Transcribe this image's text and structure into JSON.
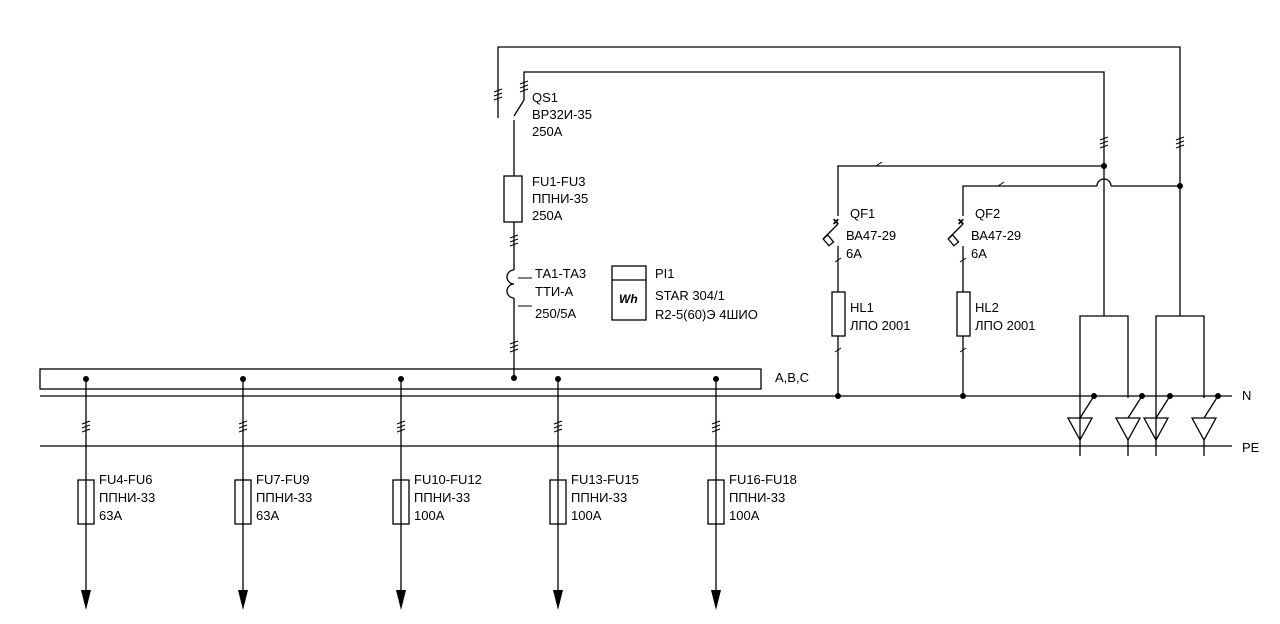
{
  "main_breaker": {
    "designation": "QS1",
    "type": "ВР32И-35",
    "rating": "250А"
  },
  "main_fuses": {
    "designation": "FU1-FU3",
    "type": "ППНИ-35",
    "rating": "250А"
  },
  "current_transformers": {
    "designation": "ТА1-ТА3",
    "type": "ТТИ-А",
    "ratio": "250/5А"
  },
  "meter": {
    "designation": "PI1",
    "model": "STAR 304/1",
    "spec": "R2-5(60)Э 4ШИО",
    "symbol": "Wh"
  },
  "busbar": {
    "label": "A,B,C"
  },
  "neutral_bus": {
    "label": "N"
  },
  "pe_bus": {
    "label": "PE"
  },
  "lighting_breakers": [
    {
      "designation": "QF1",
      "type": "ВА47-29",
      "rating": "6А"
    },
    {
      "designation": "QF2",
      "type": "ВА47-29",
      "rating": "6А"
    }
  ],
  "indicator_lamps": [
    {
      "designation": "HL1",
      "type": "ЛПО 2001"
    },
    {
      "designation": "HL2",
      "type": "ЛПО 2001"
    }
  ],
  "feeders": [
    {
      "designation": "FU4-FU6",
      "type": "ППНИ-33",
      "rating": "63А"
    },
    {
      "designation": "FU7-FU9",
      "type": "ППНИ-33",
      "rating": "63А"
    },
    {
      "designation": "FU10-FU12",
      "type": "ППНИ-33",
      "rating": "100А"
    },
    {
      "designation": "FU13-FU15",
      "type": "ППНИ-33",
      "rating": "100А"
    },
    {
      "designation": "FU16-FU18",
      "type": "ППНИ-33",
      "rating": "100А"
    }
  ]
}
